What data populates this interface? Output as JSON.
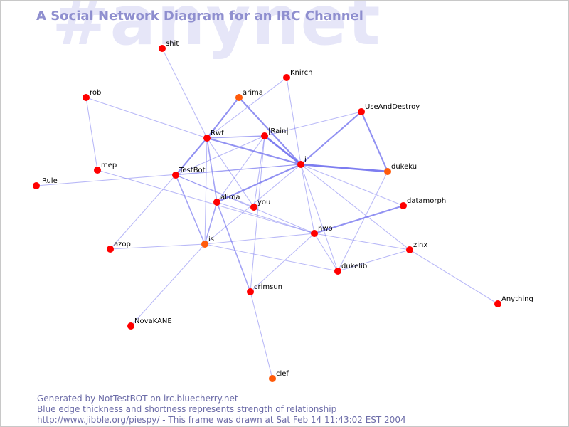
{
  "watermark": "#anynet",
  "title": "A Social Network Diagram for an IRC Channel",
  "footer": {
    "line1": "Generated by NotTestBOT on irc.bluecherry.net",
    "line2": "Blue edge thickness and shortness represents strength of relationship",
    "line3": "http://www.jibble.org/piespy/ - This frame was drawn at Sat Feb 14 11:43:02 EST 2004"
  },
  "colors": {
    "node": "#ff0000",
    "node_recent": "#ff5a0a",
    "edge": "#6a6aee"
  },
  "nodes": [
    {
      "id": "shit",
      "label": "shit"
    },
    {
      "id": "knirch",
      "label": "Knirch"
    },
    {
      "id": "rob",
      "label": "rob"
    },
    {
      "id": "arima",
      "label": "arima",
      "recent": true
    },
    {
      "id": "useanddestroy",
      "label": "UseAndDestroy"
    },
    {
      "id": "rainl",
      "label": "|Rain|"
    },
    {
      "id": "rwf",
      "label": "Rwf"
    },
    {
      "id": "i",
      "label": "i"
    },
    {
      "id": "dukeku",
      "label": "dukeku",
      "recent": true
    },
    {
      "id": "mep",
      "label": "mep"
    },
    {
      "id": "testbot",
      "label": "TestBot"
    },
    {
      "id": "irule",
      "label": "IRule"
    },
    {
      "id": "alima",
      "label": "alima"
    },
    {
      "id": "you",
      "label": "you"
    },
    {
      "id": "datamorph",
      "label": "datamorph"
    },
    {
      "id": "nwo",
      "label": "nwo"
    },
    {
      "id": "azop",
      "label": "azop"
    },
    {
      "id": "is",
      "label": "is",
      "recent": true
    },
    {
      "id": "zinx",
      "label": "zinx"
    },
    {
      "id": "dukelib",
      "label": "dukelib"
    },
    {
      "id": "crimsun",
      "label": "crimsun"
    },
    {
      "id": "anything",
      "label": "Anything"
    },
    {
      "id": "novakane",
      "label": "NovaKANE"
    },
    {
      "id": "clef",
      "label": "clef",
      "recent": true
    }
  ],
  "edges": [
    {
      "source": "shit",
      "target": "rwf",
      "weight": 1
    },
    {
      "source": "knirch",
      "target": "i",
      "weight": 1
    },
    {
      "source": "knirch",
      "target": "rwf",
      "weight": 1
    },
    {
      "source": "rob",
      "target": "rwf",
      "weight": 1
    },
    {
      "source": "rob",
      "target": "mep",
      "weight": 1
    },
    {
      "source": "arima",
      "target": "rwf",
      "weight": 3
    },
    {
      "source": "arima",
      "target": "i",
      "weight": 3
    },
    {
      "source": "useanddestroy",
      "target": "rainl",
      "weight": 1
    },
    {
      "source": "useanddestroy",
      "target": "i",
      "weight": 3
    },
    {
      "source": "useanddestroy",
      "target": "dukeku",
      "weight": 3
    },
    {
      "source": "rainl",
      "target": "rwf",
      "weight": 2
    },
    {
      "source": "rainl",
      "target": "i",
      "weight": 4
    },
    {
      "source": "rainl",
      "target": "testbot",
      "weight": 1
    },
    {
      "source": "rainl",
      "target": "alima",
      "weight": 1
    },
    {
      "source": "rainl",
      "target": "you",
      "weight": 1
    },
    {
      "source": "rainl",
      "target": "crimsun",
      "weight": 1
    },
    {
      "source": "rwf",
      "target": "i",
      "weight": 3
    },
    {
      "source": "rwf",
      "target": "testbot",
      "weight": 3
    },
    {
      "source": "rwf",
      "target": "alima",
      "weight": 2
    },
    {
      "source": "rwf",
      "target": "is",
      "weight": 1
    },
    {
      "source": "rwf",
      "target": "you",
      "weight": 1
    },
    {
      "source": "i",
      "target": "dukeku",
      "weight": 4
    },
    {
      "source": "i",
      "target": "alima",
      "weight": 3
    },
    {
      "source": "i",
      "target": "testbot",
      "weight": 1
    },
    {
      "source": "i",
      "target": "nwo",
      "weight": 1
    },
    {
      "source": "i",
      "target": "datamorph",
      "weight": 1
    },
    {
      "source": "i",
      "target": "zinx",
      "weight": 1
    },
    {
      "source": "i",
      "target": "dukelib",
      "weight": 1
    },
    {
      "source": "i",
      "target": "is",
      "weight": 1
    },
    {
      "source": "mep",
      "target": "nwo",
      "weight": 1
    },
    {
      "source": "irule",
      "target": "i",
      "weight": 1
    },
    {
      "source": "testbot",
      "target": "is",
      "weight": 2
    },
    {
      "source": "testbot",
      "target": "azop",
      "weight": 1
    },
    {
      "source": "testbot",
      "target": "nwo",
      "weight": 1
    },
    {
      "source": "testbot",
      "target": "you",
      "weight": 1
    },
    {
      "source": "alima",
      "target": "is",
      "weight": 2
    },
    {
      "source": "alima",
      "target": "crimsun",
      "weight": 2
    },
    {
      "source": "alima",
      "target": "nwo",
      "weight": 1
    },
    {
      "source": "nwo",
      "target": "datamorph",
      "weight": 3
    },
    {
      "source": "nwo",
      "target": "zinx",
      "weight": 1
    },
    {
      "source": "nwo",
      "target": "dukelib",
      "weight": 1
    },
    {
      "source": "nwo",
      "target": "crimsun",
      "weight": 1
    },
    {
      "source": "nwo",
      "target": "is",
      "weight": 1
    },
    {
      "source": "azop",
      "target": "is",
      "weight": 1
    },
    {
      "source": "is",
      "target": "dukelib",
      "weight": 1
    },
    {
      "source": "is",
      "target": "novakane",
      "weight": 1
    },
    {
      "source": "zinx",
      "target": "dukelib",
      "weight": 1
    },
    {
      "source": "zinx",
      "target": "anything",
      "weight": 1
    },
    {
      "source": "dukeku",
      "target": "dukelib",
      "weight": 1
    },
    {
      "source": "crimsun",
      "target": "clef",
      "weight": 1
    }
  ]
}
